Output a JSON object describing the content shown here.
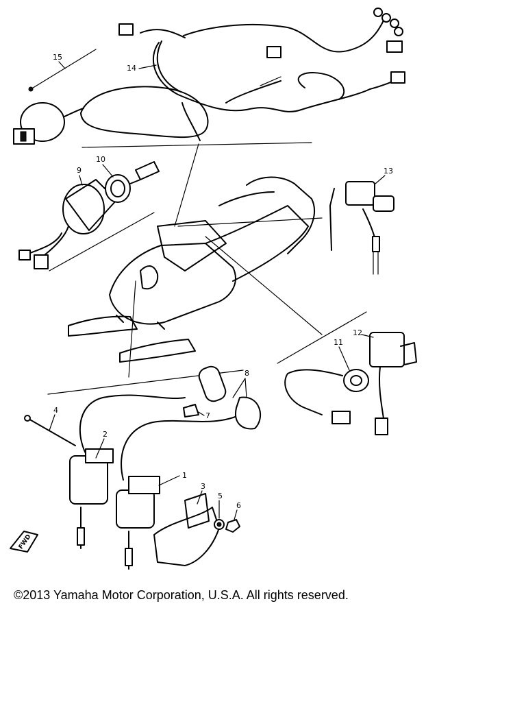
{
  "callouts": {
    "c1": "1",
    "c2": "2",
    "c3": "3",
    "c4": "4",
    "c5": "5",
    "c6": "6",
    "c7": "7",
    "c8": "8",
    "c9": "9",
    "c10": "10",
    "c11": "11",
    "c12": "12",
    "c13": "13",
    "c14": "14",
    "c15": "15"
  },
  "front_marker": "FWD",
  "copyright": "©2013 Yamaha Motor Corporation, U.S.A. All rights reserved."
}
